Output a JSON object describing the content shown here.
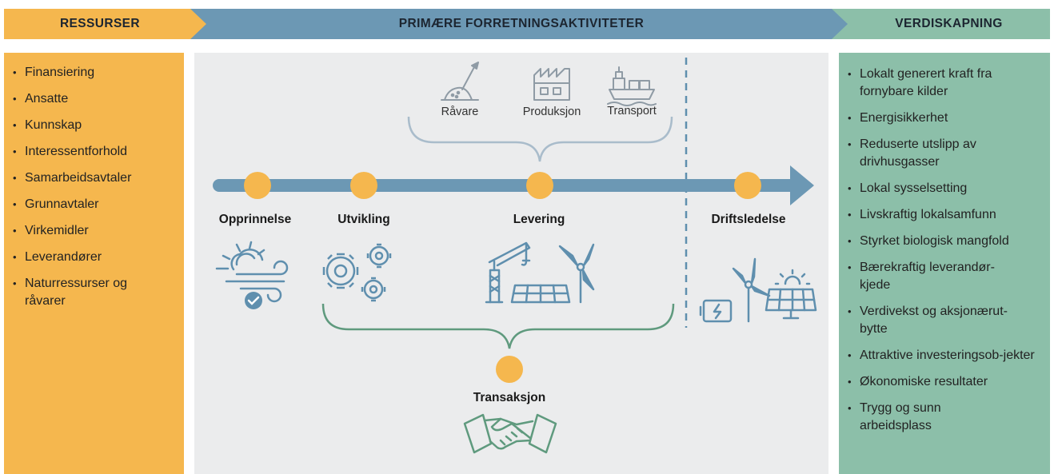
{
  "headers": {
    "resources": "RESSURSER",
    "primary": "PRIMÆRE FORRETNINGSAKTIVITETER",
    "value": "VERDISKAPNING"
  },
  "resources": [
    "Finansiering",
    "Ansatte",
    "Kunnskap",
    "Interessentforhold",
    "Samarbeidsavtaler",
    "Grunnavtaler",
    "Virkemidler",
    "Leverandører",
    "Naturressurser og råvarer"
  ],
  "value_items": [
    "Lokalt generert kraft fra fornybare kilder",
    "Energisikkerhet",
    "Reduserte utslipp av drivhusgasser",
    "Lokal sysselsetting",
    "Livskraftig lokalsamfunn",
    "Styrket biologisk mangfold",
    "Bærekraftig leverandør-kjede",
    "Verdivekst og aksjonærut-bytte",
    "Attraktive investeringsob-jekter",
    "Økonomiske resultater",
    "Trygg og sunn arbeidsplass"
  ],
  "stages": {
    "origin": "Opprinnelse",
    "development": "Utvikling",
    "delivery": "Levering",
    "operations": "Driftsledelse",
    "transaction": "Transaksjon"
  },
  "supply_chain": {
    "raw": "Råvare",
    "production": "Produksjon",
    "transport": "Transport"
  },
  "icons": {
    "origin": "weather-wind-check-icon",
    "development": "gears-icon",
    "delivery": "crane-solar-wind-icon",
    "operations": "battery-wind-solar-icon",
    "transaction": "handshake-icon",
    "raw": "shovel-pile-icon",
    "production": "factory-icon",
    "transport": "ship-icon"
  },
  "colors": {
    "orange": "#f5b74e",
    "blue": "#6c98b4",
    "green": "#8cbfa9",
    "gray_panel": "#ebeced",
    "dot": "#f5b74e",
    "bracket_blue": "#a9bccb",
    "bracket_green": "#5f9a7e",
    "icon_blue": "#5f8fae",
    "icon_green": "#5f9a7e"
  }
}
